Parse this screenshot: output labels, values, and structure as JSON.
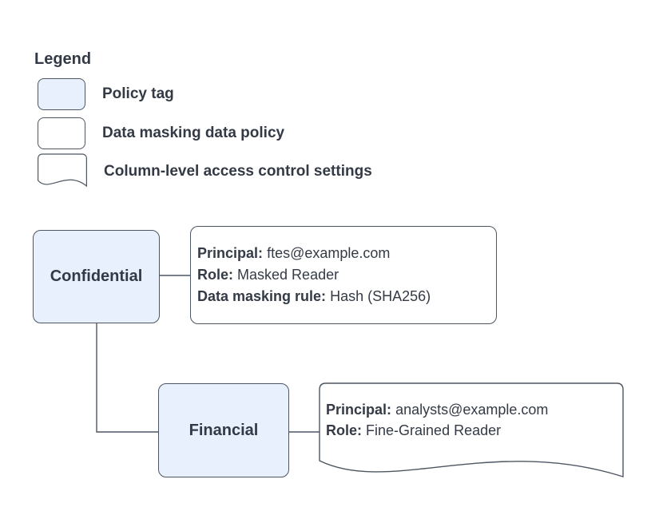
{
  "colors": {
    "background": "#ffffff",
    "policy_tag_fill": "#e8f0fe",
    "node_stroke": "#4d5662",
    "text": "#343b46"
  },
  "legend": {
    "title": "Legend",
    "items": [
      {
        "shape": "policy-tag-swatch",
        "label": "Policy tag"
      },
      {
        "shape": "data-masking-policy-swatch",
        "label": "Data masking data policy"
      },
      {
        "shape": "column-access-swatch",
        "label": "Column-level access control settings"
      }
    ]
  },
  "diagram": {
    "nodes": [
      {
        "id": "confidential",
        "type": "policy-tag",
        "label": "Confidential"
      },
      {
        "id": "financial",
        "type": "policy-tag",
        "label": "Financial"
      },
      {
        "id": "confidential-masking-policy",
        "type": "data-masking-data-policy",
        "fields": [
          {
            "label": "Principal:",
            "value": "ftes@example.com"
          },
          {
            "label": "Role:",
            "value": "Masked Reader"
          },
          {
            "label": "Data masking rule:",
            "value": "Hash (SHA256)"
          }
        ]
      },
      {
        "id": "financial-column-access",
        "type": "column-level-access-control-settings",
        "fields": [
          {
            "label": "Principal:",
            "value": "analysts@example.com"
          },
          {
            "label": "Role:",
            "value": "Fine-Grained Reader"
          }
        ]
      }
    ],
    "edges": [
      {
        "from": "confidential",
        "to": "confidential-masking-policy"
      },
      {
        "from": "confidential",
        "to": "financial"
      },
      {
        "from": "financial",
        "to": "financial-column-access"
      }
    ]
  }
}
